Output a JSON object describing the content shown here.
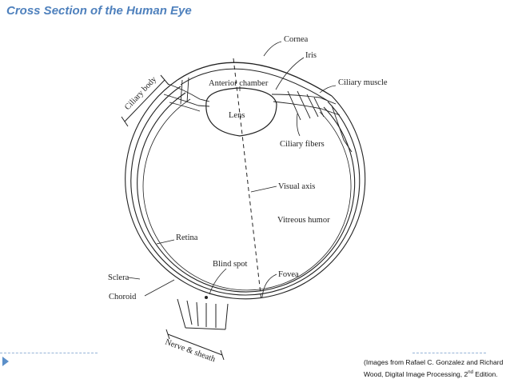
{
  "title": "Cross Section of the Human Eye",
  "labels": {
    "cornea": "Cornea",
    "iris": "Iris",
    "anterior_chamber": "Anterior chamber",
    "ciliary_muscle": "Ciliary muscle",
    "ciliary_body": "Ciliary body",
    "lens": "Lens",
    "ciliary_fibers": "Ciliary fibers",
    "visual_axis": "Visual axis",
    "vitreous_humor": "Vitreous humor",
    "retina": "Retina",
    "blind_spot": "Blind spot",
    "fovea": "Fovea",
    "sclera": "Sclera",
    "choroid": "Choroid",
    "nerve_sheath": "Nerve & sheath"
  },
  "credit": {
    "line1": "(Images from Rafael C. Gonzalez and Richard",
    "line2_prefix": "Wood, Digital Image Processing, 2",
    "line2_sup": "nd",
    "line2_suffix": " Edition."
  },
  "colors": {
    "title": "#4f81bd",
    "line": "#222222",
    "footer_rule": "#95b3d7"
  }
}
